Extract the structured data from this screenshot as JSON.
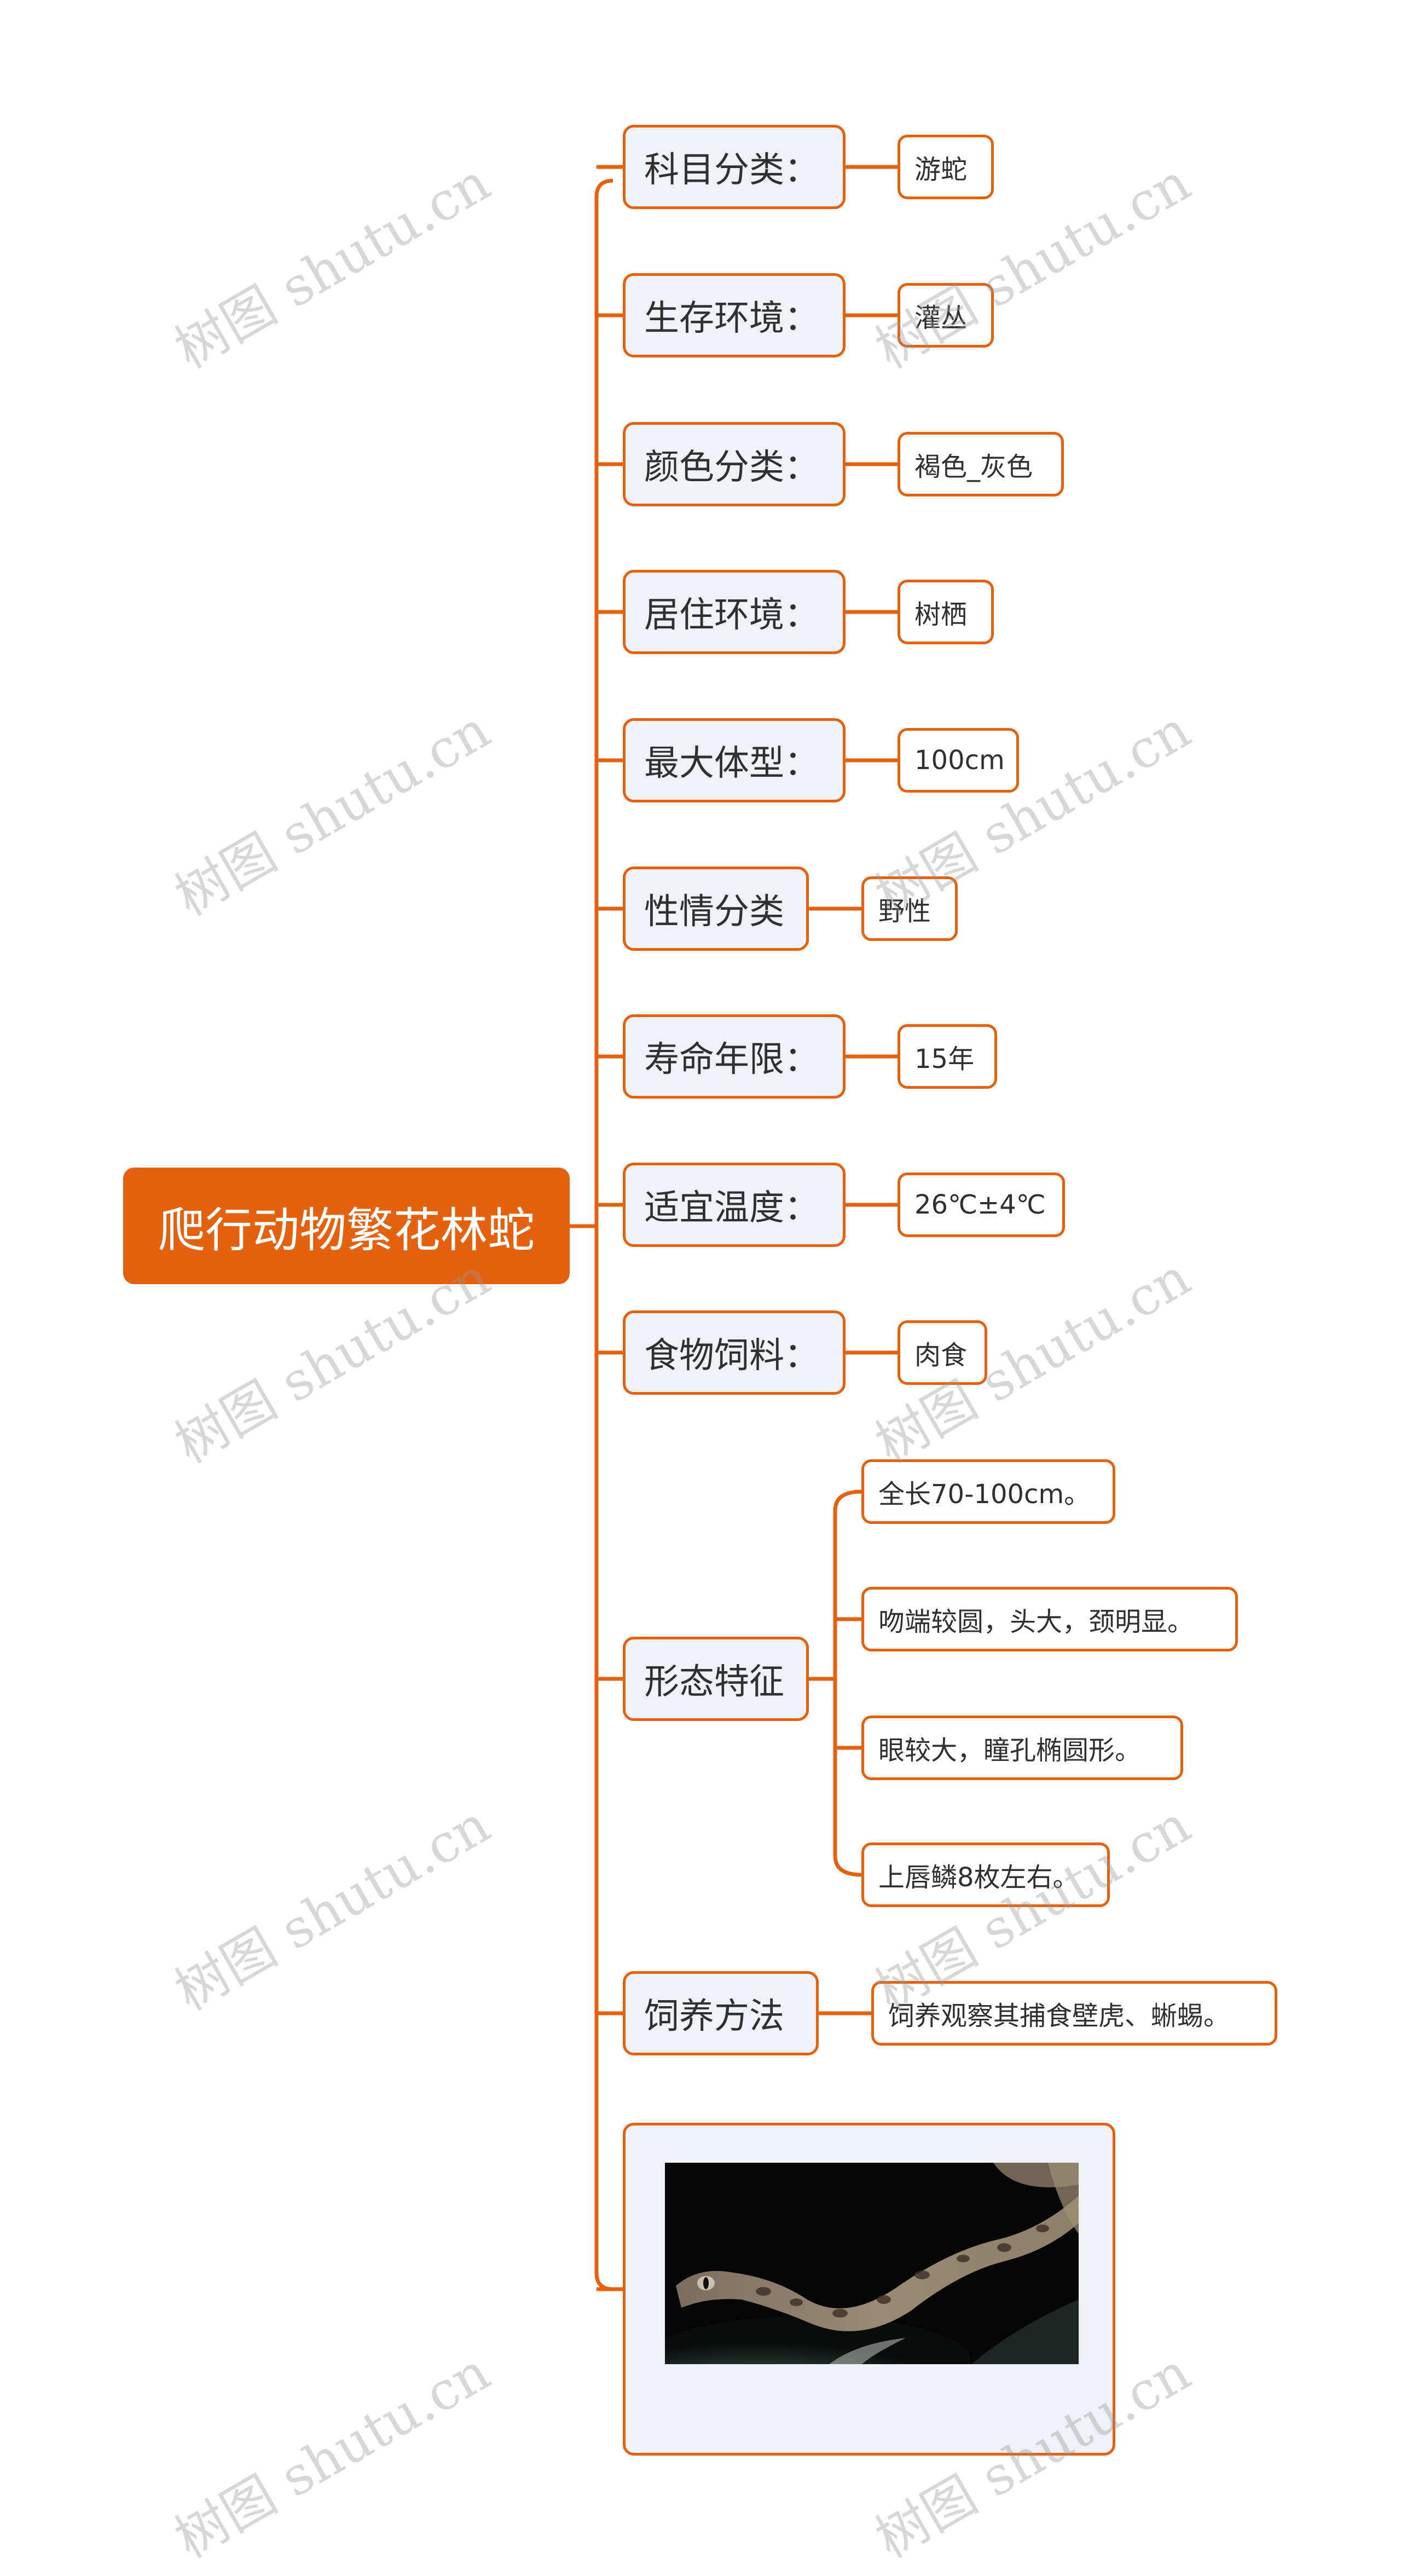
{
  "root": {
    "title": "爬行动物繁花林蛇"
  },
  "branches": [
    {
      "label": "科目分类：",
      "children": [
        "游蛇"
      ]
    },
    {
      "label": "生存环境：",
      "children": [
        "灌丛"
      ]
    },
    {
      "label": "颜色分类：",
      "children": [
        "褐色_灰色"
      ]
    },
    {
      "label": "居住环境：",
      "children": [
        "树栖"
      ]
    },
    {
      "label": "最大体型：",
      "children": [
        "100cm"
      ]
    },
    {
      "label": "性情分类",
      "children": [
        "野性"
      ]
    },
    {
      "label": "寿命年限：",
      "children": [
        "15年"
      ]
    },
    {
      "label": "适宜温度：",
      "children": [
        "26℃±4℃"
      ]
    },
    {
      "label": "食物饲料：",
      "children": [
        "肉食"
      ]
    },
    {
      "label": "形态特征",
      "children": [
        "全长70-100cm。",
        "吻端较圆，头大，颈明显。",
        "眼较大，瞳孔椭圆形。",
        "上唇鳞8枚左右。"
      ]
    },
    {
      "label": "饲养方法",
      "children": [
        "饲养观察其捕食壁虎、蜥蜴。"
      ]
    }
  ],
  "image_node": {
    "subject": "snake-photo"
  },
  "watermark": {
    "text": "树图 shutu.cn"
  },
  "colors": {
    "accent": "#e4620f",
    "node_fill": "#eef1f5",
    "text": "#303030"
  }
}
